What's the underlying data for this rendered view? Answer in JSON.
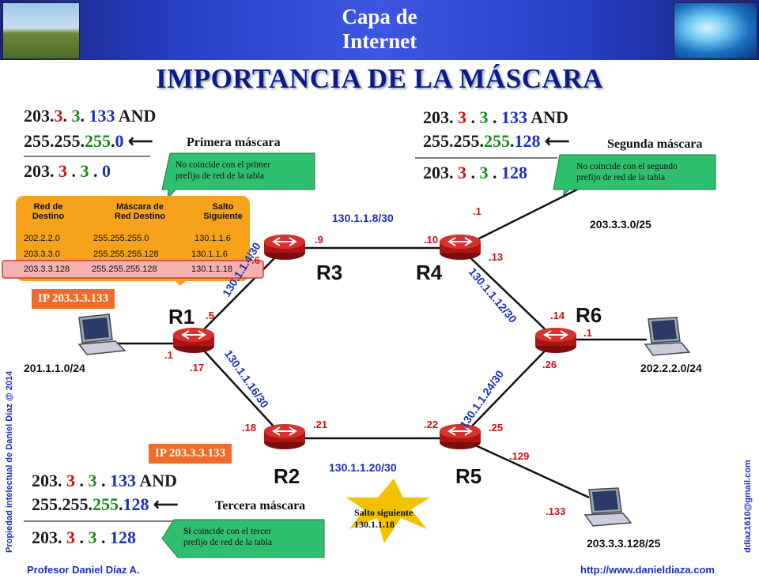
{
  "header": {
    "title_line1": "Capa de",
    "title_line2": "Internet"
  },
  "main_title": "IMPORTANCIA DE LA MÁSCARA",
  "op1": {
    "ip": [
      "203.",
      "3",
      ". ",
      "3",
      ". ",
      "133",
      "  AND"
    ],
    "mask": [
      "255.255.",
      "255",
      ".",
      "0"
    ],
    "result": [
      "203.",
      " 3",
      " . ",
      "3",
      " . ",
      "0"
    ],
    "label": "Primera  máscara",
    "callout": [
      "No coincide con el primer",
      "prefijo de red de la tabla"
    ]
  },
  "op2": {
    "ip": [
      "203.",
      " 3",
      " . ",
      "3",
      " . ",
      "133",
      "  AND"
    ],
    "mask": [
      "255.255.",
      "255",
      ".",
      "128"
    ],
    "result": [
      "203.",
      " 3",
      " . ",
      "3",
      " . ",
      "128"
    ],
    "label": "Segunda  máscara",
    "callout": [
      "No coincide con el segundo",
      "prefijo de red de la tabla"
    ]
  },
  "op3": {
    "ip": [
      "203.",
      " 3",
      " . ",
      "3",
      " . ",
      "133",
      "  AND"
    ],
    "mask": [
      "255.255.",
      "255",
      ".",
      "128"
    ],
    "result": [
      "203.",
      " 3",
      " . ",
      "3",
      " . ",
      "128"
    ],
    "label": "Tercera  máscara",
    "callout_bold": "Si",
    "callout": [
      " coincide con el tercer",
      "prefijo de red de la tabla"
    ]
  },
  "routing_table": {
    "headers": [
      [
        "Red  de",
        "Destino"
      ],
      [
        "Máscara de",
        "Red  Destino"
      ],
      [
        "Salto",
        "Siguiente"
      ]
    ],
    "rows": [
      [
        "202.2.2.0",
        "255.255.255.0",
        "130.1.1.6"
      ],
      [
        "203.3.3.0",
        "255.255.255.128",
        "130.1.1.6"
      ],
      [
        "203.3.3.128",
        "255.255.255.128",
        "130.1.1.18"
      ]
    ]
  },
  "ip_labels": {
    "top": "IP 203.3.3.133",
    "bottom": "IP 203.3.3.133"
  },
  "routers": {
    "r1": "R1",
    "r2": "R2",
    "r3": "R3",
    "r4": "R4",
    "r5": "R5",
    "r6": "R6"
  },
  "networks": {
    "r3_r4": "130.1.1.8/30",
    "r1_r3": "130.1.1.4/30",
    "r1_r2": "130.1.1.16/30",
    "r2_r5": "130.1.1.20/30",
    "r4_r6": "130.1.1.12/30",
    "r5_r6": "130.1.1.24/30"
  },
  "addresses": {
    "r3_right": ".9",
    "r4_left": ".10",
    "r3_left": ".6",
    "r1_top": ".5",
    "r1_left": ".1",
    "r1_bottom": ".17",
    "r2_top": ".18",
    "r2_right": ".21",
    "r5_left": ".22",
    "r5_top": ".25",
    "r5_bottom": ".129",
    "pc_bottom": ".133",
    "r4_top": ".1",
    "r4_bottom": ".13",
    "r6_top": ".14",
    "r6_right": ".1",
    "r6_bottom": ".26"
  },
  "lans": {
    "left": "201.1.1.0/24",
    "right": "202.2.2.0/24",
    "top_right": "203.3.3.0/25",
    "bottom_right": "203.3.3.128/25"
  },
  "star": {
    "line1": "Salto siguiente",
    "line2": "130.1.1.18"
  },
  "side_left": "Propiedad intelectual de Daniel Díaz @ 2014",
  "side_right": "ddiaz1610@gmail.com",
  "footer": {
    "left": "Profesor Daniel Díaz A.",
    "right": "http://www.danieldiaza.com"
  },
  "colors": {
    "header_blue": "#2740c8",
    "title_blue": "#0b1a8c",
    "callout_green": "#2fbf6f",
    "table_orange": "#f7a21b",
    "ip_orange": "#f06a28",
    "star_yellow": "#f2c200"
  }
}
